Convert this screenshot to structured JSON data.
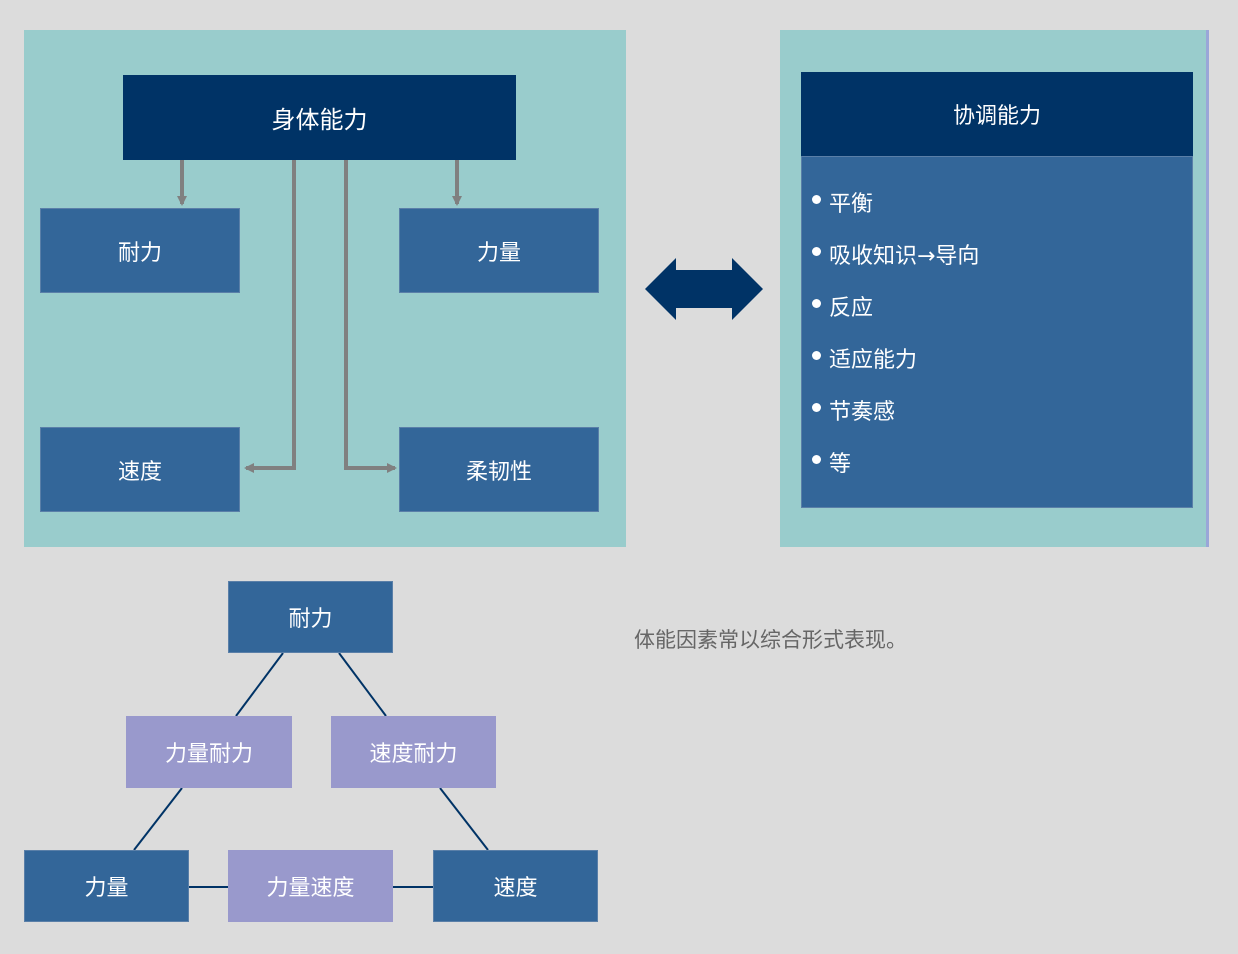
{
  "physical": {
    "title": "身体能力",
    "endurance": "耐力",
    "strength": "力量",
    "speed": "速度",
    "flexibility": "柔韧性"
  },
  "coordination": {
    "title": "协调能力",
    "items": [
      "平衡",
      "吸收知识→导向",
      "反应",
      "适应能力",
      "节奏感",
      "等"
    ]
  },
  "combination": {
    "endurance": "耐力",
    "strength_endurance": "力量耐力",
    "speed_endurance": "速度耐力",
    "strength": "力量",
    "strength_speed": "力量速度",
    "speed": "速度"
  },
  "caption": "体能因素常以综合形式表现。",
  "colors": {
    "panel": "#99cccc",
    "dark_box": "#003366",
    "mid_box": "#336699",
    "light_box": "#9999cc",
    "arrow": "#808080"
  }
}
